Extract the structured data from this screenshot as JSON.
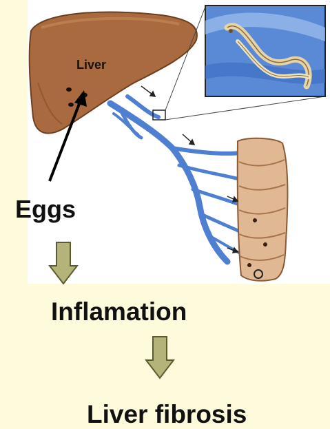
{
  "diagram": {
    "liver_label": "Liver",
    "eggs_label": "Eggs",
    "step2_label": "Inflamation",
    "step3_label": "Liver fibrosis"
  },
  "colors": {
    "background": "#fdfbdb",
    "liver": "#a86a3e",
    "veins": "#4f7fd0",
    "intestine": "#e0b894",
    "flow_arrow_fill": "#b3b37a",
    "flow_arrow_stroke": "#5b5b30"
  }
}
